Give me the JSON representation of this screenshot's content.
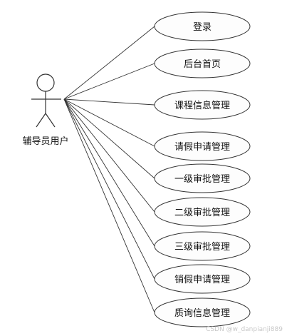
{
  "actor": {
    "label": "辅导员用户"
  },
  "use_cases": [
    "登录",
    "后台首页",
    "课程信息管理",
    "请假申请管理",
    "一级审批管理",
    "二级审批管理",
    "三级审批管理",
    "销假申请管理",
    "质询信息管理"
  ],
  "watermark": "CSDN @w_danpianji889"
}
